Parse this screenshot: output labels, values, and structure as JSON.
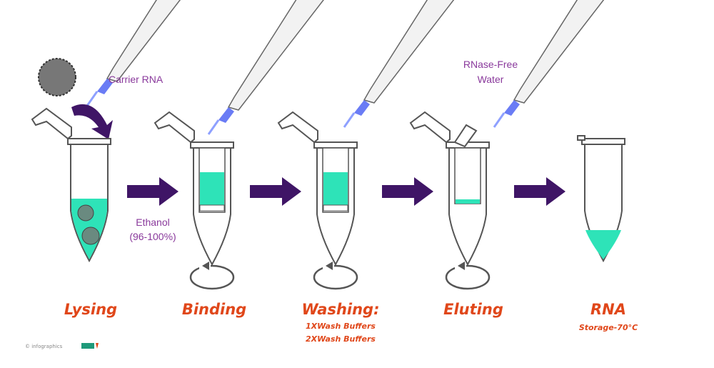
{
  "reagents": {
    "carrier_rna": "Carrier RNA",
    "ethanol_line1": "Ethanol",
    "ethanol_line2": "(96-100%)",
    "water_line1": "RNase-Free",
    "water_line2": "Water"
  },
  "steps": [
    {
      "label": "Lysing"
    },
    {
      "label": "Binding"
    },
    {
      "label": "Washing:",
      "sub": [
        "1XWash Buffers",
        "2XWash Buffers"
      ]
    },
    {
      "label": "Eluting"
    },
    {
      "label": "RNA",
      "sub": [
        "Storage-70°C"
      ]
    }
  ],
  "credit": {
    "text": "© infographics",
    "logo": "QIAGEN-like logo"
  },
  "colors": {
    "liquid": "#2ee3b8",
    "arrow": "#3f1566",
    "tip": "#4a5cf0",
    "label": "#e0471a",
    "reagent": "#8a3a9c"
  }
}
